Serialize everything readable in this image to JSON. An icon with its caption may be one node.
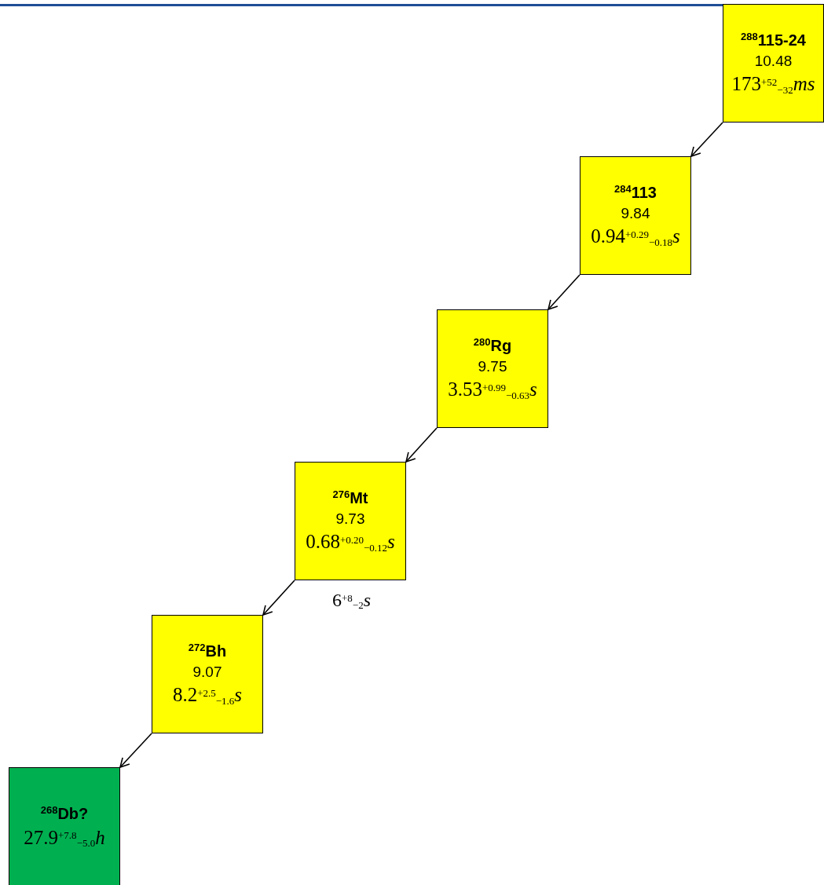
{
  "diagram": {
    "nodes": [
      {
        "text": [
          "$^{288}$115-24",
          "10.48",
          "173$^{+52}$$_{−32}$*ms*"
        ]
      },
      {
        "text": [
          "$^{284}$113",
          "9.84",
          "0.94$^{+0.29}$$_{−0.18}$*s*"
        ]
      },
      {
        "text": [
          "$^{280}$Rg",
          "9.75",
          "3.53$^{+0.99}$$_{−0.63}$*s*"
        ]
      },
      {
        "text": [
          "$^{276}$Mt",
          "9.73",
          "0.68$^{+0.20}$$_{−0.12}$*s*"
        ],
        "beside": [
          "6$^{+8}$$_{−2}$*s*"
        ]
      },
      {
        "text": [
          "$^{272}$Bh",
          "9.07",
          "8.2$^{+2.5}$$_{−1.6}$*s*"
        ]
      },
      {
        "text": [
          "$^{268}$Db?",
          "27.9$^{+7.8}$$_{−5.0}$*h*"
        ]
      }
    ],
    "edges": [
      {
        "from": 0,
        "to": 1,
        "arrow": "to"
      },
      {
        "from": 1,
        "to": 2,
        "arrow": "to"
      },
      {
        "from": 2,
        "to": 3,
        "arrow": "to"
      },
      {
        "from": 3,
        "to": 4,
        "arrow": "to"
      },
      {
        "from": 4,
        "to": 5,
        "arrow": "to"
      }
    ]
  }
}
